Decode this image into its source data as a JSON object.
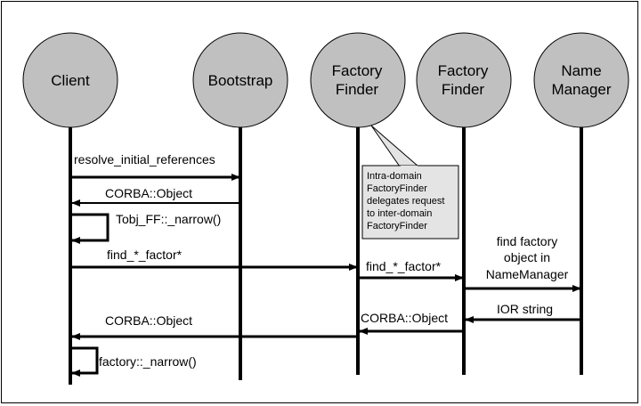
{
  "diagram": {
    "type": "sequence",
    "actors": [
      {
        "id": "client",
        "lines": [
          "Client"
        ]
      },
      {
        "id": "bootstrap",
        "lines": [
          "Bootstrap"
        ]
      },
      {
        "id": "ff1",
        "lines": [
          "Factory",
          "Finder"
        ]
      },
      {
        "id": "ff2",
        "lines": [
          "Factory",
          "Finder"
        ]
      },
      {
        "id": "nm",
        "lines": [
          "Name",
          "Manager"
        ]
      }
    ],
    "messages": [
      {
        "from": "client",
        "to": "bootstrap",
        "label": [
          "resolve_initial_references"
        ]
      },
      {
        "from": "bootstrap",
        "to": "client",
        "label": [
          "CORBA::Object"
        ]
      },
      {
        "from": "client",
        "to": "client",
        "label": [
          "Tobj_FF::_narrow()"
        ]
      },
      {
        "from": "client",
        "to": "ff1",
        "label": [
          "find_*_factor*"
        ]
      },
      {
        "from": "ff1",
        "to": "ff2",
        "label": [
          "find_*_factor*"
        ]
      },
      {
        "from": "ff2",
        "to": "nm",
        "label": [
          "find factory",
          "object in",
          "NameManager"
        ]
      },
      {
        "from": "nm",
        "to": "ff2",
        "label": [
          "IOR string"
        ]
      },
      {
        "from": "ff2",
        "to": "ff1",
        "label": [
          "CORBA::Object"
        ]
      },
      {
        "from": "ff1",
        "to": "client",
        "label": [
          "CORBA::Object"
        ]
      },
      {
        "from": "client",
        "to": "client",
        "label": [
          "factory::_narrow()"
        ]
      }
    ],
    "note": {
      "attached_to": "ff1",
      "lines": [
        "Intra-domain",
        "FactoryFinder",
        "delegates request",
        "to inter-domain",
        "FactoryFinder"
      ]
    },
    "colors": {
      "actor_fill": "#c0c0c0",
      "note_fill": "#e4e4e4",
      "line": "#000000"
    }
  }
}
